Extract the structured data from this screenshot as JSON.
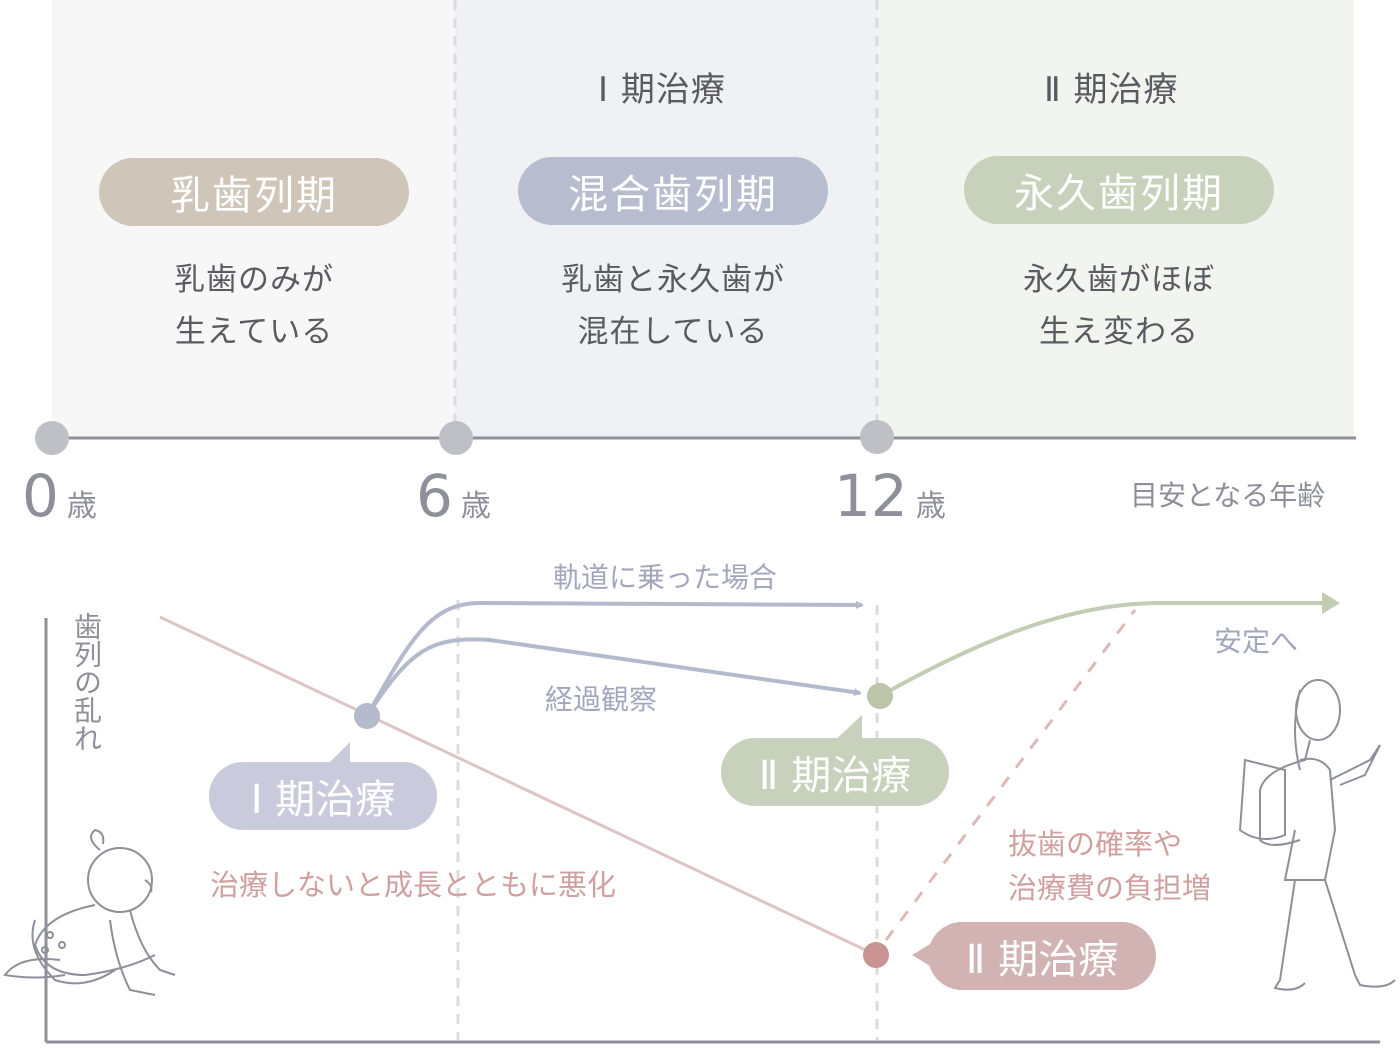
{
  "stages": [
    {
      "name": "乳歯列期",
      "desc1": "乳歯のみが",
      "desc2": "生えている",
      "treatment": ""
    },
    {
      "name": "混合歯列期",
      "desc1": "乳歯と永久歯が",
      "desc2": "混在している",
      "treatment": "Ⅰ 期治療"
    },
    {
      "name": "永久歯列期",
      "desc1": "永久歯がほぼ",
      "desc2": "生え変わる",
      "treatment": "Ⅱ 期治療"
    }
  ],
  "ages": [
    {
      "num": "0",
      "unit": "歳"
    },
    {
      "num": "6",
      "unit": "歳"
    },
    {
      "num": "12",
      "unit": "歳"
    }
  ],
  "age_caption": "目安となる年齢",
  "chart": {
    "y_label": "歯列の乱れ",
    "on_track_label": "軌道に乗った場合",
    "observation_label": "経過観察",
    "stable_label": "安定へ",
    "phase1_bubble": "Ⅰ 期治療",
    "phase2_bubble_green": "Ⅱ 期治療",
    "phase2_bubble_red": "Ⅱ 期治療",
    "worsen_label": "治療しないと成長とともに悪化",
    "risk_label1": "抜歯の確率や",
    "risk_label2": "治療費の負担増"
  },
  "colors": {
    "panel1": "#f7f7f7",
    "panel2": "#f0f1f5",
    "panel3": "#f2f4ef",
    "pill1": "#cfc6b9",
    "pill2": "#b8bccf",
    "pill3": "#c8d1bb",
    "red": "#c99394",
    "blue": "#b5b9cc",
    "green": "#c3cdb3"
  }
}
